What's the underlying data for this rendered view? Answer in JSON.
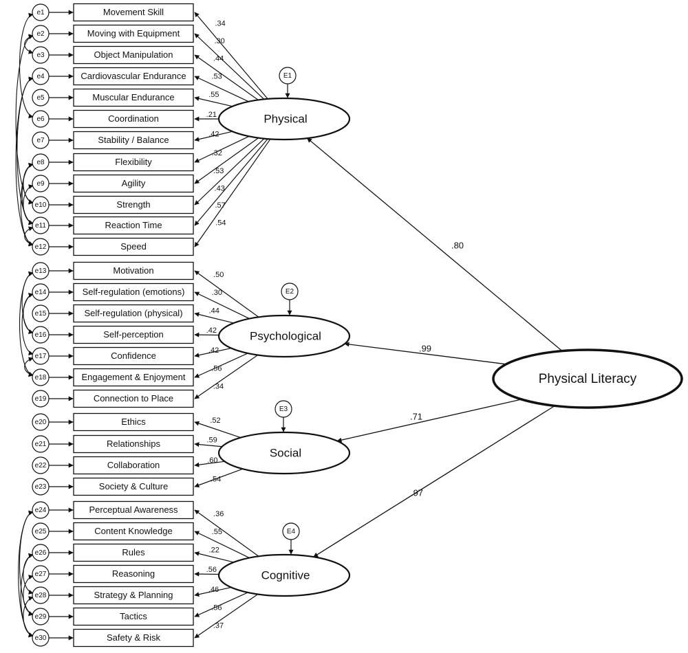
{
  "higher_order": {
    "label": "Physical Literacy"
  },
  "factors": [
    {
      "key": "physical",
      "label": "Physical",
      "residual": "E1",
      "gamma": ".80",
      "indicators": [
        {
          "label": "Movement Skill",
          "error": "e1",
          "loading": ".34"
        },
        {
          "label": "Moving with Equipment",
          "error": "e2",
          "loading": ".30"
        },
        {
          "label": "Object Manipulation",
          "error": "e3",
          "loading": ".44"
        },
        {
          "label": "Cardiovascular Endurance",
          "error": "e4",
          "loading": ".53"
        },
        {
          "label": "Muscular Endurance",
          "error": "e5",
          "loading": ".55"
        },
        {
          "label": "Coordination",
          "error": "e6",
          "loading": ".21"
        },
        {
          "label": "Stability / Balance",
          "error": "e7",
          "loading": ".42"
        },
        {
          "label": "Flexibility",
          "error": "e8",
          "loading": ".32"
        },
        {
          "label": "Agility",
          "error": "e9",
          "loading": ".53"
        },
        {
          "label": "Strength",
          "error": "e10",
          "loading": ".43"
        },
        {
          "label": "Reaction Time",
          "error": "e11",
          "loading": ".57"
        },
        {
          "label": "Speed",
          "error": "e12",
          "loading": ".54"
        }
      ]
    },
    {
      "key": "psychological",
      "label": "Psychological",
      "residual": "E2",
      "gamma": ".99",
      "indicators": [
        {
          "label": "Motivation",
          "error": "e13",
          "loading": ".50"
        },
        {
          "label": "Self-regulation (emotions)",
          "error": "e14",
          "loading": ".30"
        },
        {
          "label": "Self-regulation (physical)",
          "error": "e15",
          "loading": ".44"
        },
        {
          "label": "Self-perception",
          "error": "e16",
          "loading": ".42"
        },
        {
          "label": "Confidence",
          "error": "e17",
          "loading": ".42"
        },
        {
          "label": "Engagement & Enjoyment",
          "error": "e18",
          "loading": ".56"
        },
        {
          "label": "Connection to Place",
          "error": "e19",
          "loading": ".34"
        }
      ]
    },
    {
      "key": "social",
      "label": "Social",
      "residual": "E3",
      "gamma": ".71",
      "indicators": [
        {
          "label": "Ethics",
          "error": "e20",
          "loading": ".52"
        },
        {
          "label": "Relationships",
          "error": "e21",
          "loading": ".59"
        },
        {
          "label": "Collaboration",
          "error": "e22",
          "loading": ".60"
        },
        {
          "label": "Society & Culture",
          "error": "e23",
          "loading": ".54"
        }
      ]
    },
    {
      "key": "cognitive",
      "label": "Cognitive",
      "residual": "E4",
      "gamma": ".97",
      "indicators": [
        {
          "label": "Perceptual Awareness",
          "error": "e24",
          "loading": ".36"
        },
        {
          "label": "Content Knowledge",
          "error": "e25",
          "loading": ".55"
        },
        {
          "label": "Rules",
          "error": "e26",
          "loading": ".22"
        },
        {
          "label": "Reasoning",
          "error": "e27",
          "loading": ".56"
        },
        {
          "label": "Strategy & Planning",
          "error": "e28",
          "loading": ".46"
        },
        {
          "label": "Tactics",
          "error": "e29",
          "loading": ".56"
        },
        {
          "label": "Safety & Risk",
          "error": "e30",
          "loading": ".37"
        }
      ]
    }
  ],
  "error_covariances": [
    [
      "e1",
      "e6"
    ],
    [
      "e2",
      "e3"
    ],
    [
      "e2",
      "e10"
    ],
    [
      "e4",
      "e11"
    ],
    [
      "e4",
      "e12"
    ],
    [
      "e8",
      "e11"
    ],
    [
      "e8",
      "e12"
    ],
    [
      "e9",
      "e11"
    ],
    [
      "e8",
      "e10"
    ],
    [
      "e11",
      "e12"
    ],
    [
      "e13",
      "e18"
    ],
    [
      "e13",
      "e16"
    ],
    [
      "e14",
      "e17"
    ],
    [
      "e14",
      "e16"
    ],
    [
      "e17",
      "e18"
    ],
    [
      "e24",
      "e29"
    ],
    [
      "e24",
      "e30"
    ],
    [
      "e26",
      "e30"
    ],
    [
      "e27",
      "e29"
    ],
    [
      "e28",
      "e30"
    ],
    [
      "e26",
      "e28"
    ]
  ]
}
